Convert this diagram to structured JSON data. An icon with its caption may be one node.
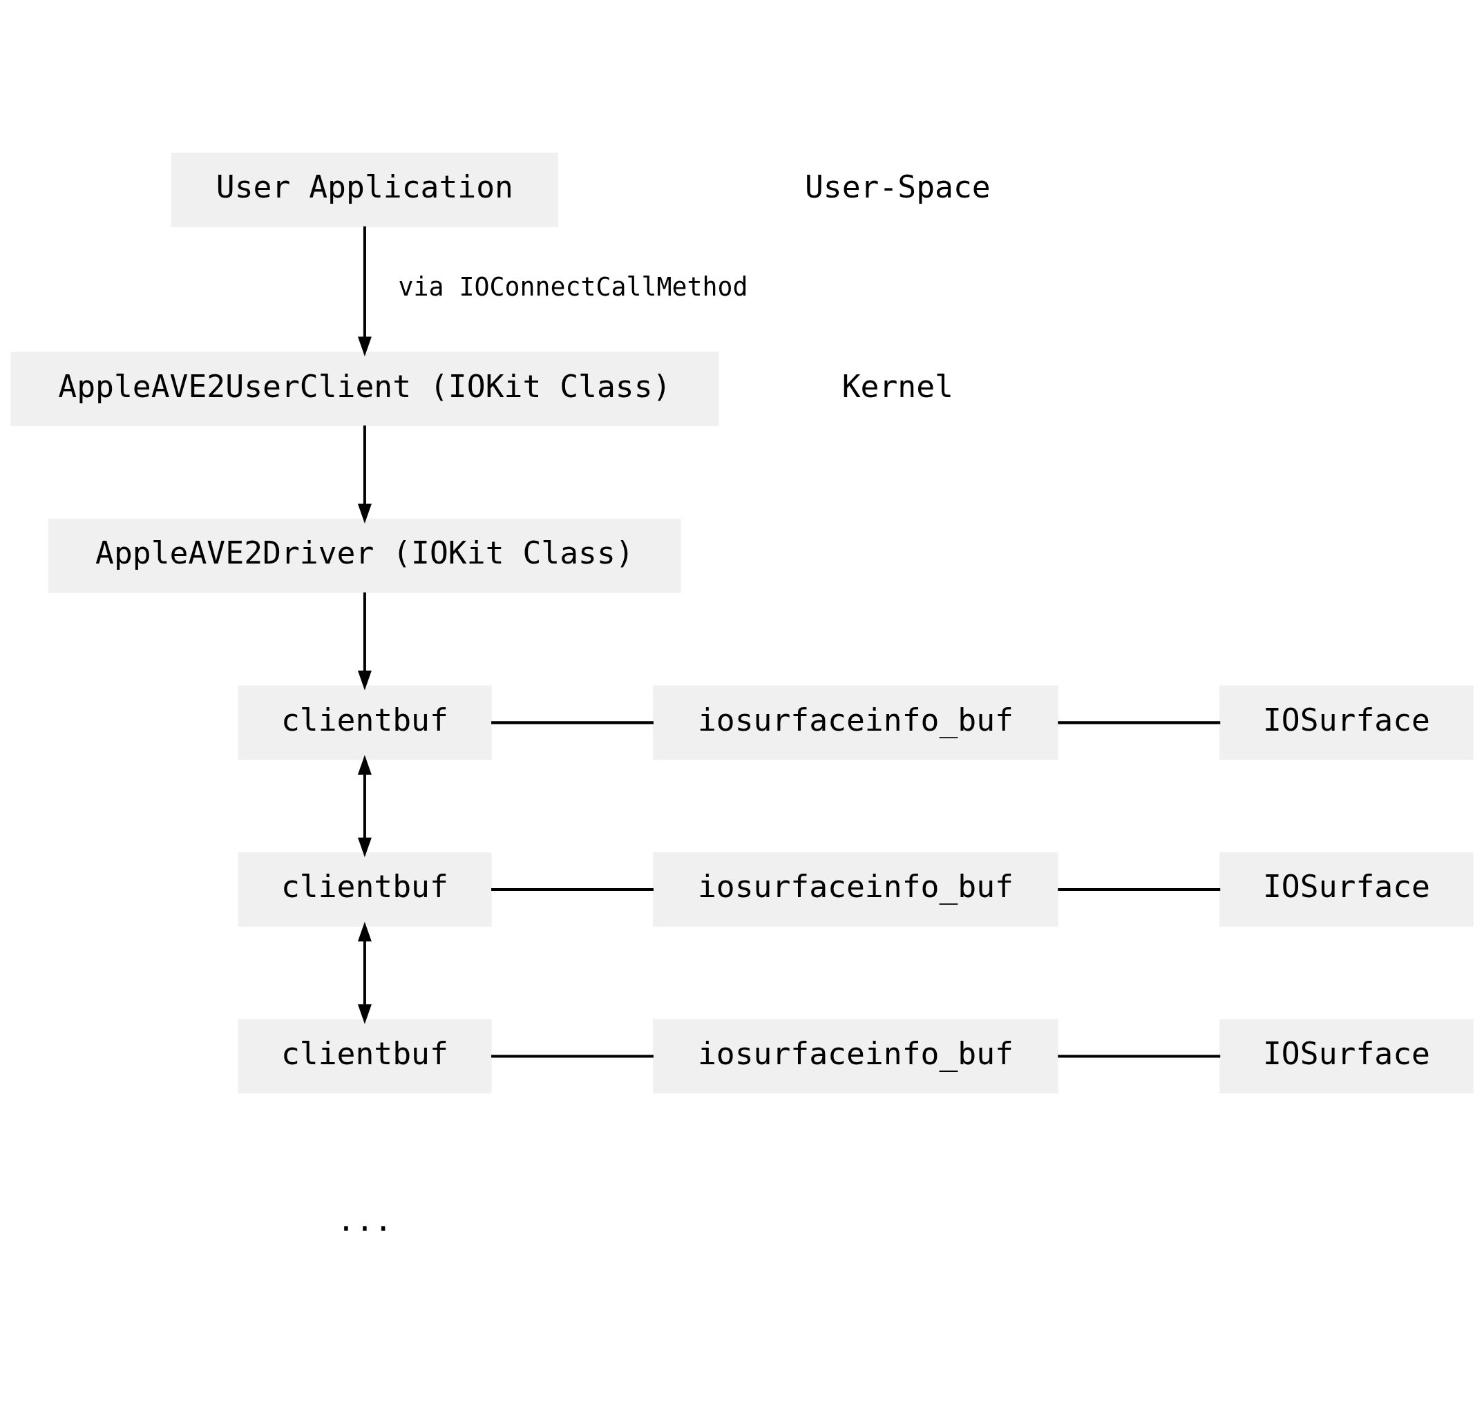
{
  "diagram": {
    "nodes": [
      {
        "text": [
          "User Application"
        ]
      },
      {
        "text": [
          "AppleAVE2UserClient (IOKit Class)"
        ]
      },
      {
        "text": [
          "AppleAVE2Driver (IOKit Class)"
        ]
      },
      {
        "text": [
          "clientbuf"
        ]
      },
      {
        "text": [
          "iosurfaceinfo_buf"
        ]
      },
      {
        "text": [
          "IOSurface"
        ]
      },
      {
        "text": [
          "clientbuf"
        ]
      },
      {
        "text": [
          "iosurfaceinfo_buf"
        ]
      },
      {
        "text": [
          "IOSurface"
        ]
      },
      {
        "text": [
          "clientbuf"
        ]
      },
      {
        "text": [
          "iosurfaceinfo_buf"
        ]
      },
      {
        "text": [
          "IOSurface"
        ]
      }
    ],
    "edges": [
      {
        "from": 0,
        "to": 1,
        "arrow": "to",
        "label": "via IOConnectCallMethod"
      },
      {
        "from": 1,
        "to": 2,
        "arrow": "to"
      },
      {
        "from": 2,
        "to": 3,
        "arrow": "to"
      },
      {
        "from": 3,
        "to": 4,
        "arrow": "none"
      },
      {
        "from": 4,
        "to": 5,
        "arrow": "none"
      },
      {
        "from": 6,
        "to": 7,
        "arrow": "none"
      },
      {
        "from": 7,
        "to": 8,
        "arrow": "none"
      },
      {
        "from": 9,
        "to": 10,
        "arrow": "none"
      },
      {
        "from": 10,
        "to": 11,
        "arrow": "none"
      },
      {
        "from": 3,
        "to": 6,
        "arrow": "both"
      },
      {
        "from": 6,
        "to": 9,
        "arrow": "both"
      }
    ],
    "labels": [
      "User-Space",
      "Kernel",
      "..."
    ]
  }
}
